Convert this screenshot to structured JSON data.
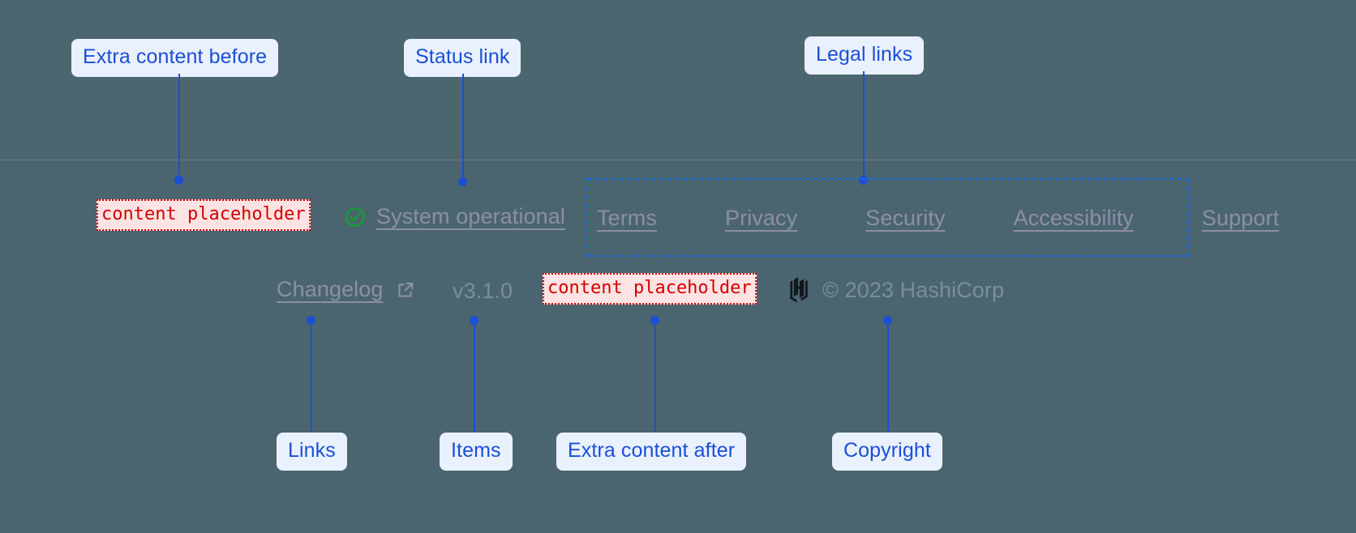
{
  "page": {
    "background_top": "#4c6670",
    "background_bottom": "#4b6570",
    "accent_blue": "#1a4fd6",
    "placeholder_red": "#d40000",
    "status_green": "#12a330"
  },
  "annotations": [
    {
      "id": "extra-content-before",
      "label": "Extra content before"
    },
    {
      "id": "status-link",
      "label": "Status link"
    },
    {
      "id": "legal-links",
      "label": "Legal links"
    },
    {
      "id": "links",
      "label": "Links"
    },
    {
      "id": "items",
      "label": "Items"
    },
    {
      "id": "extra-content-after",
      "label": "Extra content after"
    },
    {
      "id": "copyright",
      "label": "Copyright"
    }
  ],
  "footer": {
    "extra_content_before": "content placeholder",
    "extra_content_after": "content placeholder",
    "status": {
      "icon": "check-circle-icon",
      "label": "System operational"
    },
    "legal_links": [
      {
        "label": "Terms"
      },
      {
        "label": "Privacy"
      },
      {
        "label": "Security"
      },
      {
        "label": "Accessibility"
      },
      {
        "label": "Support"
      }
    ],
    "changelog": {
      "label": "Changelog",
      "icon": "external-link-icon"
    },
    "version": "v3.1.0",
    "copyright": {
      "logo": "hashicorp-logo",
      "text": "© 2023 HashiCorp"
    }
  }
}
